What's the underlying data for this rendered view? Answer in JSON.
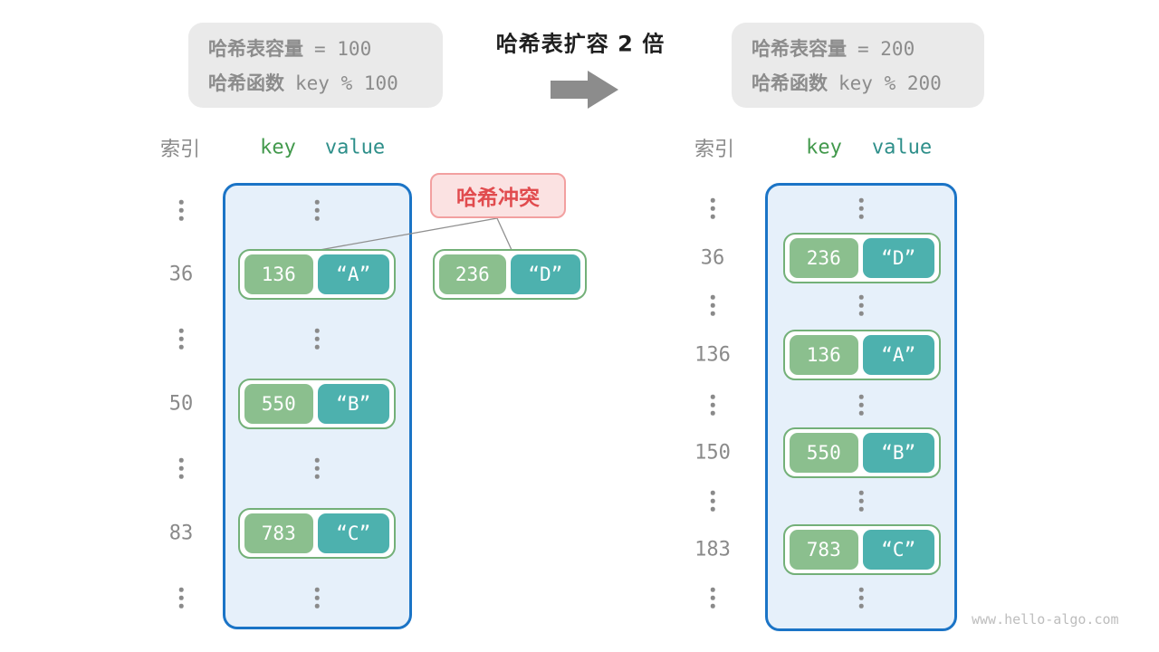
{
  "title": {
    "text": "哈希表扩容 2 倍"
  },
  "cap_before": {
    "line1_label": "哈希表容量",
    "line1_value": "= 100",
    "line2_label": "哈希函数",
    "line2_value": "key % 100"
  },
  "cap_after": {
    "line1_label": "哈希表容量",
    "line1_value": "= 200",
    "line2_label": "哈希函数",
    "line2_value": "key % 200"
  },
  "headers": {
    "index": "索引",
    "key": "key",
    "value": "value"
  },
  "collision": {
    "label": "哈希冲突"
  },
  "collision_pair": {
    "key": "236",
    "value": "“D”"
  },
  "table_before": {
    "rows": [
      {
        "type": "ellipsis"
      },
      {
        "type": "pair",
        "index": "36",
        "key": "136",
        "value": "“A”"
      },
      {
        "type": "ellipsis"
      },
      {
        "type": "pair",
        "index": "50",
        "key": "550",
        "value": "“B”"
      },
      {
        "type": "ellipsis"
      },
      {
        "type": "pair",
        "index": "83",
        "key": "783",
        "value": "“C”"
      },
      {
        "type": "ellipsis"
      }
    ]
  },
  "table_after": {
    "rows": [
      {
        "type": "ellipsis"
      },
      {
        "type": "pair",
        "index": "36",
        "key": "236",
        "value": "“D”"
      },
      {
        "type": "ellipsis"
      },
      {
        "type": "pair",
        "index": "136",
        "key": "136",
        "value": "“A”"
      },
      {
        "type": "ellipsis"
      },
      {
        "type": "pair",
        "index": "150",
        "key": "550",
        "value": "“B”"
      },
      {
        "type": "ellipsis"
      },
      {
        "type": "pair",
        "index": "183",
        "key": "783",
        "value": "“C”"
      },
      {
        "type": "ellipsis"
      }
    ]
  },
  "watermark": {
    "text": "www.hello-algo.com"
  },
  "colors": {
    "container_fill": "#E6F0FA",
    "container_border": "#1B74C6",
    "key_green": "#8BBF8E",
    "value_teal": "#4DB1AE",
    "pair_border": "#73B078",
    "collision_bg": "#FBE2E2",
    "collision_border": "#F2A0A0",
    "collision_text": "#E14B4E",
    "capacity_box_bg": "#EAEAEA",
    "muted_text": "#8C8C8C",
    "arrow_gray": "#8C8C8C",
    "header_key_green": "#42994C",
    "header_value_teal": "#2E8F8A"
  }
}
